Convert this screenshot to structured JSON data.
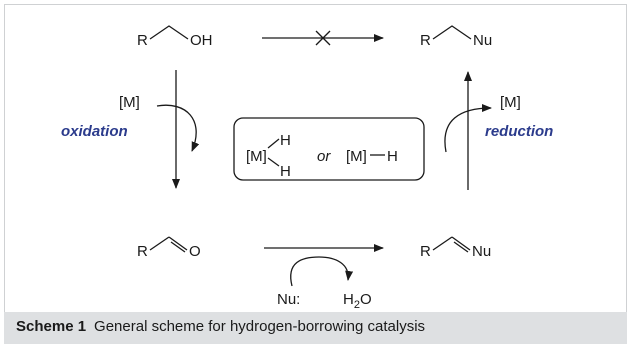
{
  "scheme": {
    "top_left": {
      "r": "R",
      "group": "OH"
    },
    "top_right": {
      "r": "R",
      "group": "Nu"
    },
    "bottom_left": {
      "r": "R",
      "group": "O"
    },
    "bottom_right": {
      "r": "R",
      "group": "Nu"
    },
    "left_step": {
      "reagent": "[M]",
      "label": "oxidation"
    },
    "right_step": {
      "reagent": "[M]",
      "label": "reduction"
    },
    "center_box": {
      "metal": "[M]",
      "h_top": "H",
      "h_bottom": "H",
      "or_text": "or",
      "hydride": "[M]",
      "h_single": "H"
    },
    "bottom_step": {
      "reagent": "Nu:",
      "byproduct": "H",
      "byproduct_sub": "2",
      "byproduct_tail": "O"
    },
    "colors": {
      "accent": "#2b3b8c",
      "caption_bg": "#dee0e2",
      "frame_border": "#cfd1d3",
      "ink": "#1a1a1a"
    }
  },
  "caption": {
    "label": "Scheme 1",
    "text": "General scheme for hydrogen-borrowing catalysis"
  }
}
